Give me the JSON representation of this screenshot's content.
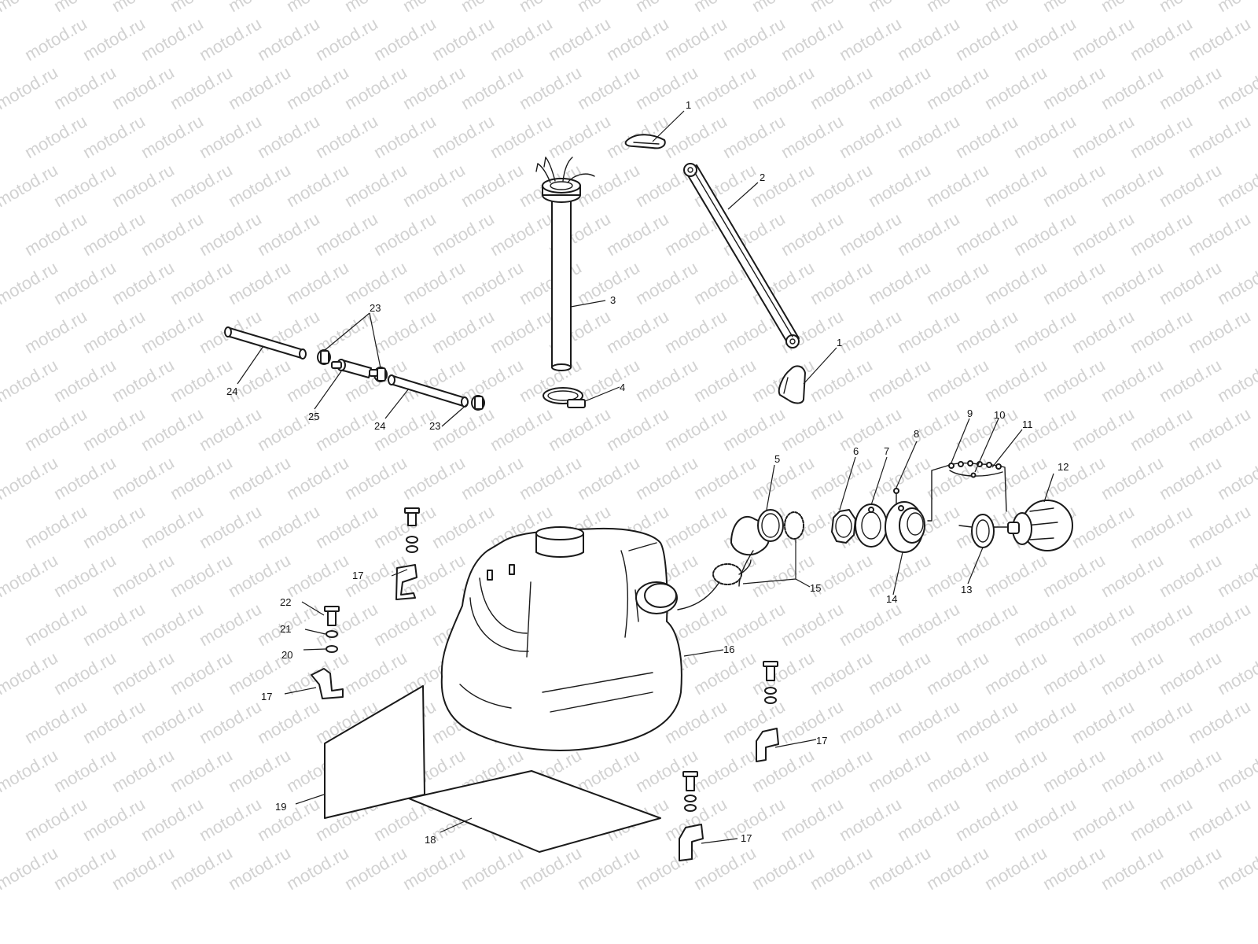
{
  "watermark": {
    "text": "motod.ru",
    "color": "#d2d2d2"
  },
  "callouts": {
    "c1a": "1",
    "c1b": "1",
    "c2": "2",
    "c3": "3",
    "c4": "4",
    "c5": "5",
    "c6": "6",
    "c7": "7",
    "c8": "8",
    "c9": "9",
    "c10": "10",
    "c11": "11",
    "c12": "12",
    "c13": "13",
    "c14": "14",
    "c15": "15",
    "c16": "16",
    "c17a": "17",
    "c17b": "17",
    "c17c": "17",
    "c17d": "17",
    "c18": "18",
    "c19": "19",
    "c20": "20",
    "c21": "21",
    "c22": "22",
    "c23a": "23",
    "c23b": "23",
    "c24a": "24",
    "c24b": "24",
    "c25": "25"
  }
}
